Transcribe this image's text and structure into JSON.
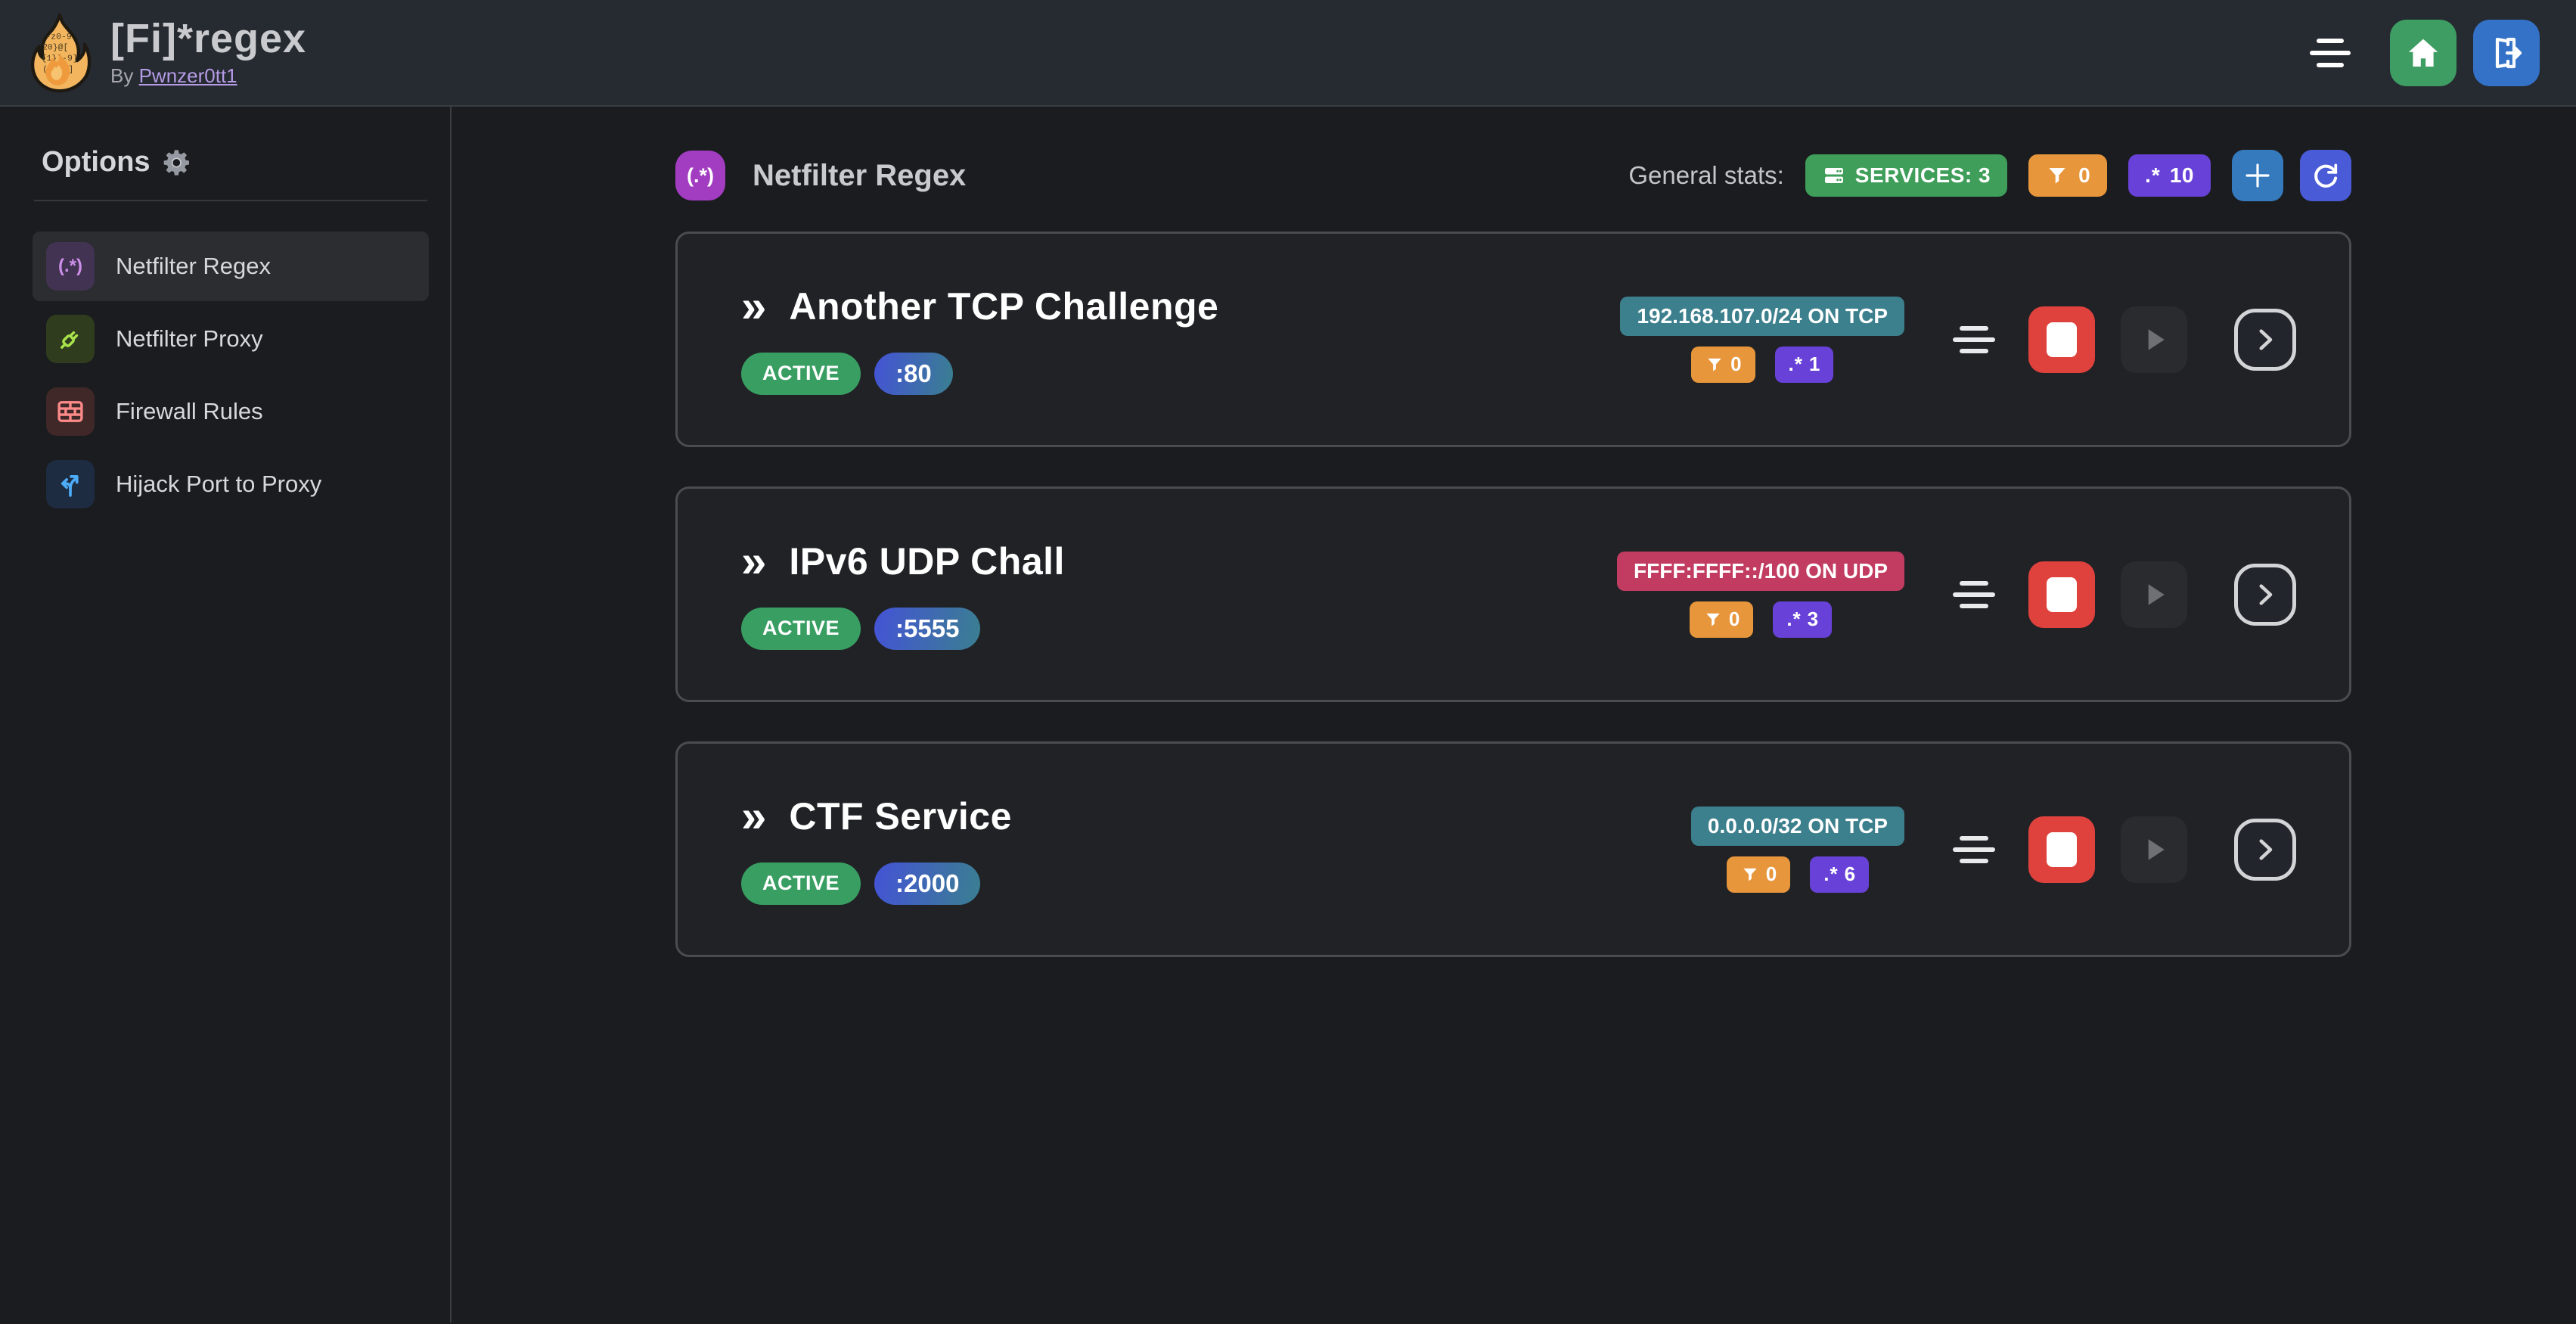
{
  "header": {
    "title": "[Fi]*regex",
    "byline_prefix": "By",
    "byline_author": "Pwnzer0tt1"
  },
  "sidebar": {
    "heading": "Options",
    "items": [
      {
        "label": "Netfilter Regex",
        "icon": "regex-icon",
        "glyph": "(.*)",
        "active": true
      },
      {
        "label": "Netfilter Proxy",
        "icon": "plug-icon"
      },
      {
        "label": "Firewall Rules",
        "icon": "brick-wall-icon"
      },
      {
        "label": "Hijack Port to Proxy",
        "icon": "split-arrows-icon"
      }
    ]
  },
  "main": {
    "icon_glyph": "(.*)",
    "title": "Netfilter Regex",
    "stats_label": "General stats:",
    "stats": {
      "services": "SERVICES: 3",
      "filtered_count": "0",
      "regex_count": "10"
    }
  },
  "glyphs": {
    "regex": ".*",
    "chevrons": "»"
  },
  "services": [
    {
      "name": "Another TCP Challenge",
      "status": "ACTIVE",
      "port": ":80",
      "cidr": "192.168.107.0/24 ON TCP",
      "cidr_color": "#3C7F8D",
      "filtered_count": "0",
      "regex_count": "1"
    },
    {
      "name": "IPv6 UDP Chall",
      "status": "ACTIVE",
      "port": ":5555",
      "cidr": "FFFF:FFFF::/100 ON UDP",
      "cidr_color": "#C23B60",
      "filtered_count": "0",
      "regex_count": "3"
    },
    {
      "name": "CTF Service",
      "status": "ACTIVE",
      "port": ":2000",
      "cidr": "0.0.0.0/32 ON TCP",
      "cidr_color": "#3C7F8D",
      "filtered_count": "0",
      "regex_count": "6"
    }
  ],
  "colors": {
    "badge_green": "#3F9E59",
    "badge_orange": "#E8963C",
    "badge_violet": "#6842D8",
    "teal_badge": "#3C7F8D",
    "pink_badge": "#C23B60",
    "stop_red": "#DF423D",
    "add_blue": "#357ABD",
    "refresh_indigo": "#4A5BD8",
    "home_green": "#3E9D63",
    "logout_blue": "#3472C8",
    "page_icon_purple": "#A23CC0"
  }
}
